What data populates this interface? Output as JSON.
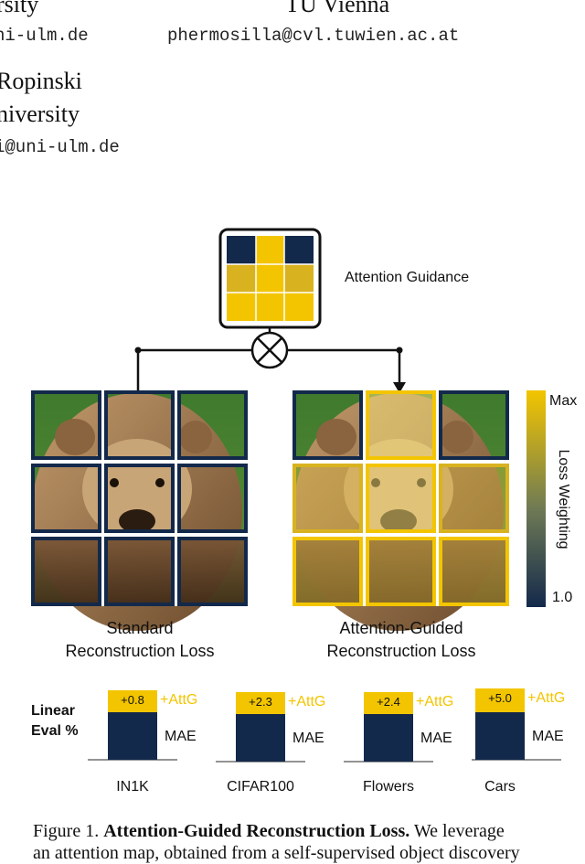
{
  "header": {
    "left_affil_top": "rsity",
    "left_email_top": "ni-ulm.de",
    "right_affil_top": "TU Vienna",
    "right_email_top": "phermosilla@cvl.tuwien.ac.at",
    "author_name": "Ropinski",
    "author_affil": "niversity",
    "author_email": "i@uni-ulm.de"
  },
  "figure": {
    "guidance_label": "Attention Guidance",
    "left_label_line1": "Standard",
    "left_label_line2": "Reconstruction Loss",
    "right_label_line1": "Attention-Guided",
    "right_label_line2": "Reconstruction Loss",
    "colorbar": {
      "max_label": "Max",
      "min_label": "1.0",
      "title": "Loss Weighting",
      "top_color": "#f3c500",
      "bottom_color": "#13294b"
    },
    "linear_eval_line1": "Linear",
    "linear_eval_line2": "Eval %",
    "colors": {
      "navy": "#13294b",
      "yellow": "#f3c500",
      "pale_yellow": "#f7e27a"
    }
  },
  "chart_data": {
    "type": "bar",
    "categories": [
      "IN1K",
      "CIFAR100",
      "Flowers",
      "Cars"
    ],
    "series": [
      {
        "name": "MAE",
        "values": [
          null,
          null,
          null,
          null
        ]
      },
      {
        "name": "+AttG",
        "values": [
          0.8,
          2.3,
          2.4,
          5.0
        ]
      }
    ],
    "gain_labels": [
      "+0.8",
      "+2.3",
      "+2.4",
      "+5.0"
    ],
    "base_label": "MAE",
    "gain_series_label": "+AttG"
  },
  "caption": {
    "prefix": "Figure 1.",
    "title": "Attention-Guided Reconstruction Loss.",
    "text": "We leverage",
    "next_line": "an attention map, obtained from a self-supervised object discovery"
  }
}
